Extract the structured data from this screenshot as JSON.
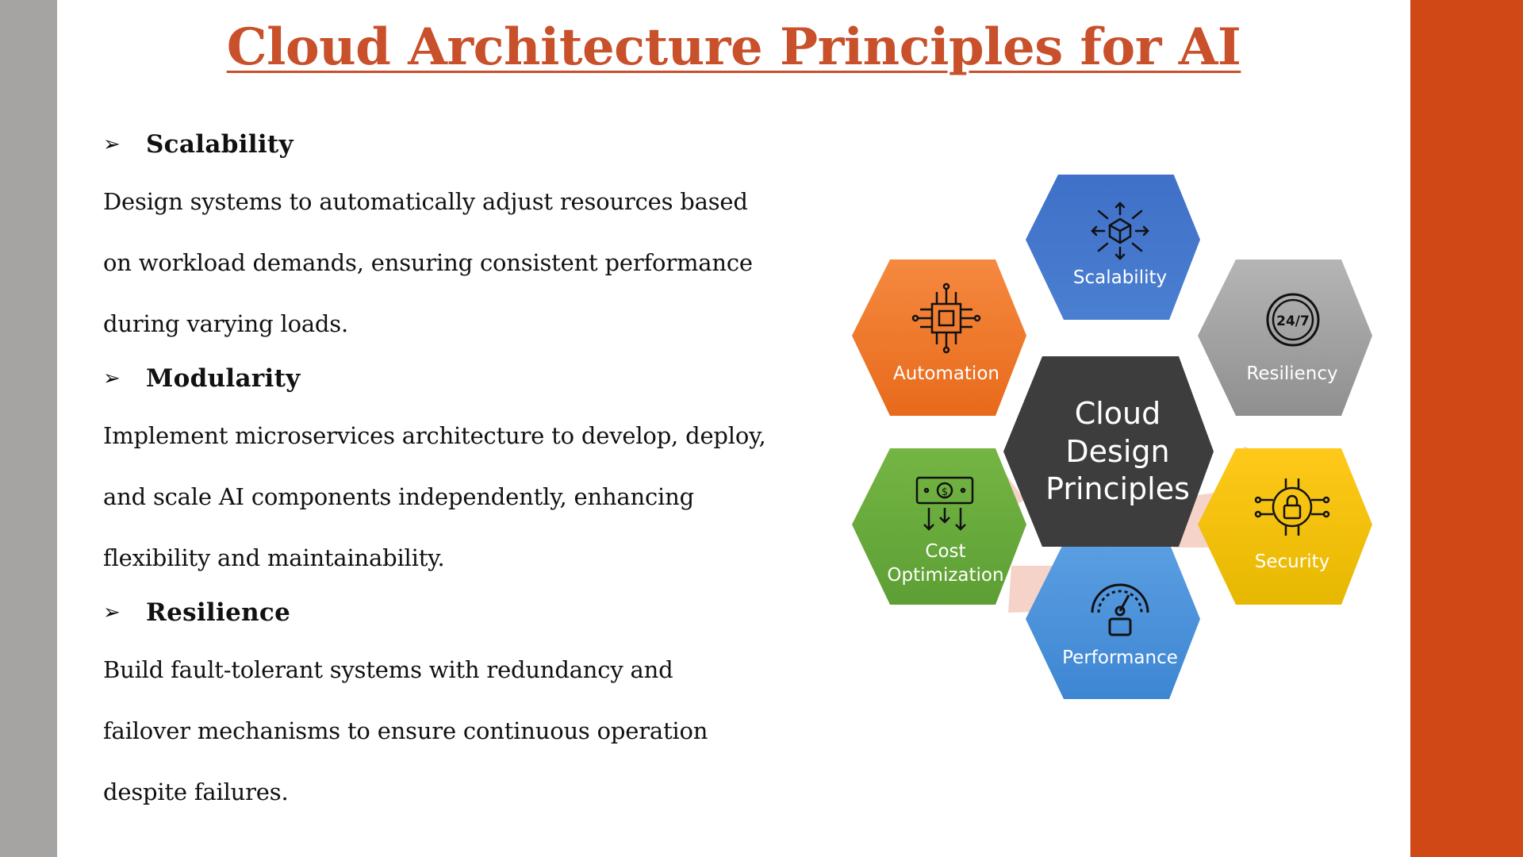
{
  "title": "Cloud Architecture Principles for AI",
  "sections": [
    {
      "heading": "Scalability",
      "lines": [
        "Design systems to automatically adjust resources based",
        "on workload demands, ensuring consistent performance",
        "during varying loads."
      ]
    },
    {
      "heading": "Modularity",
      "lines": [
        "Implement microservices architecture to develop, deploy,",
        "and scale AI components independently, enhancing",
        "flexibility and maintainability."
      ]
    },
    {
      "heading": "Resilience",
      "lines": [
        "Build fault-tolerant systems with redundancy and",
        "failover mechanisms to ensure continuous operation",
        "despite failures."
      ]
    }
  ],
  "diagram": {
    "center": [
      "Cloud",
      "Design",
      "Principles"
    ],
    "scalability": "Scalability",
    "resiliency": "Resiliency",
    "security": "Security",
    "performance": "Performance",
    "cost": [
      "Cost",
      "Optimization"
    ],
    "automation": "Automation",
    "icon_247": "24/7"
  },
  "colors": {
    "title": "#c8502a",
    "right_bar": "#d14817",
    "left_bar": "#a6a4a3",
    "scalability": "#4472c4",
    "resiliency": "#a0a0a0",
    "security": "#f2c100",
    "performance": "#4a8fd6",
    "cost": "#6aaa3a",
    "automation": "#f07a2a",
    "center": "#3d3d3d"
  }
}
